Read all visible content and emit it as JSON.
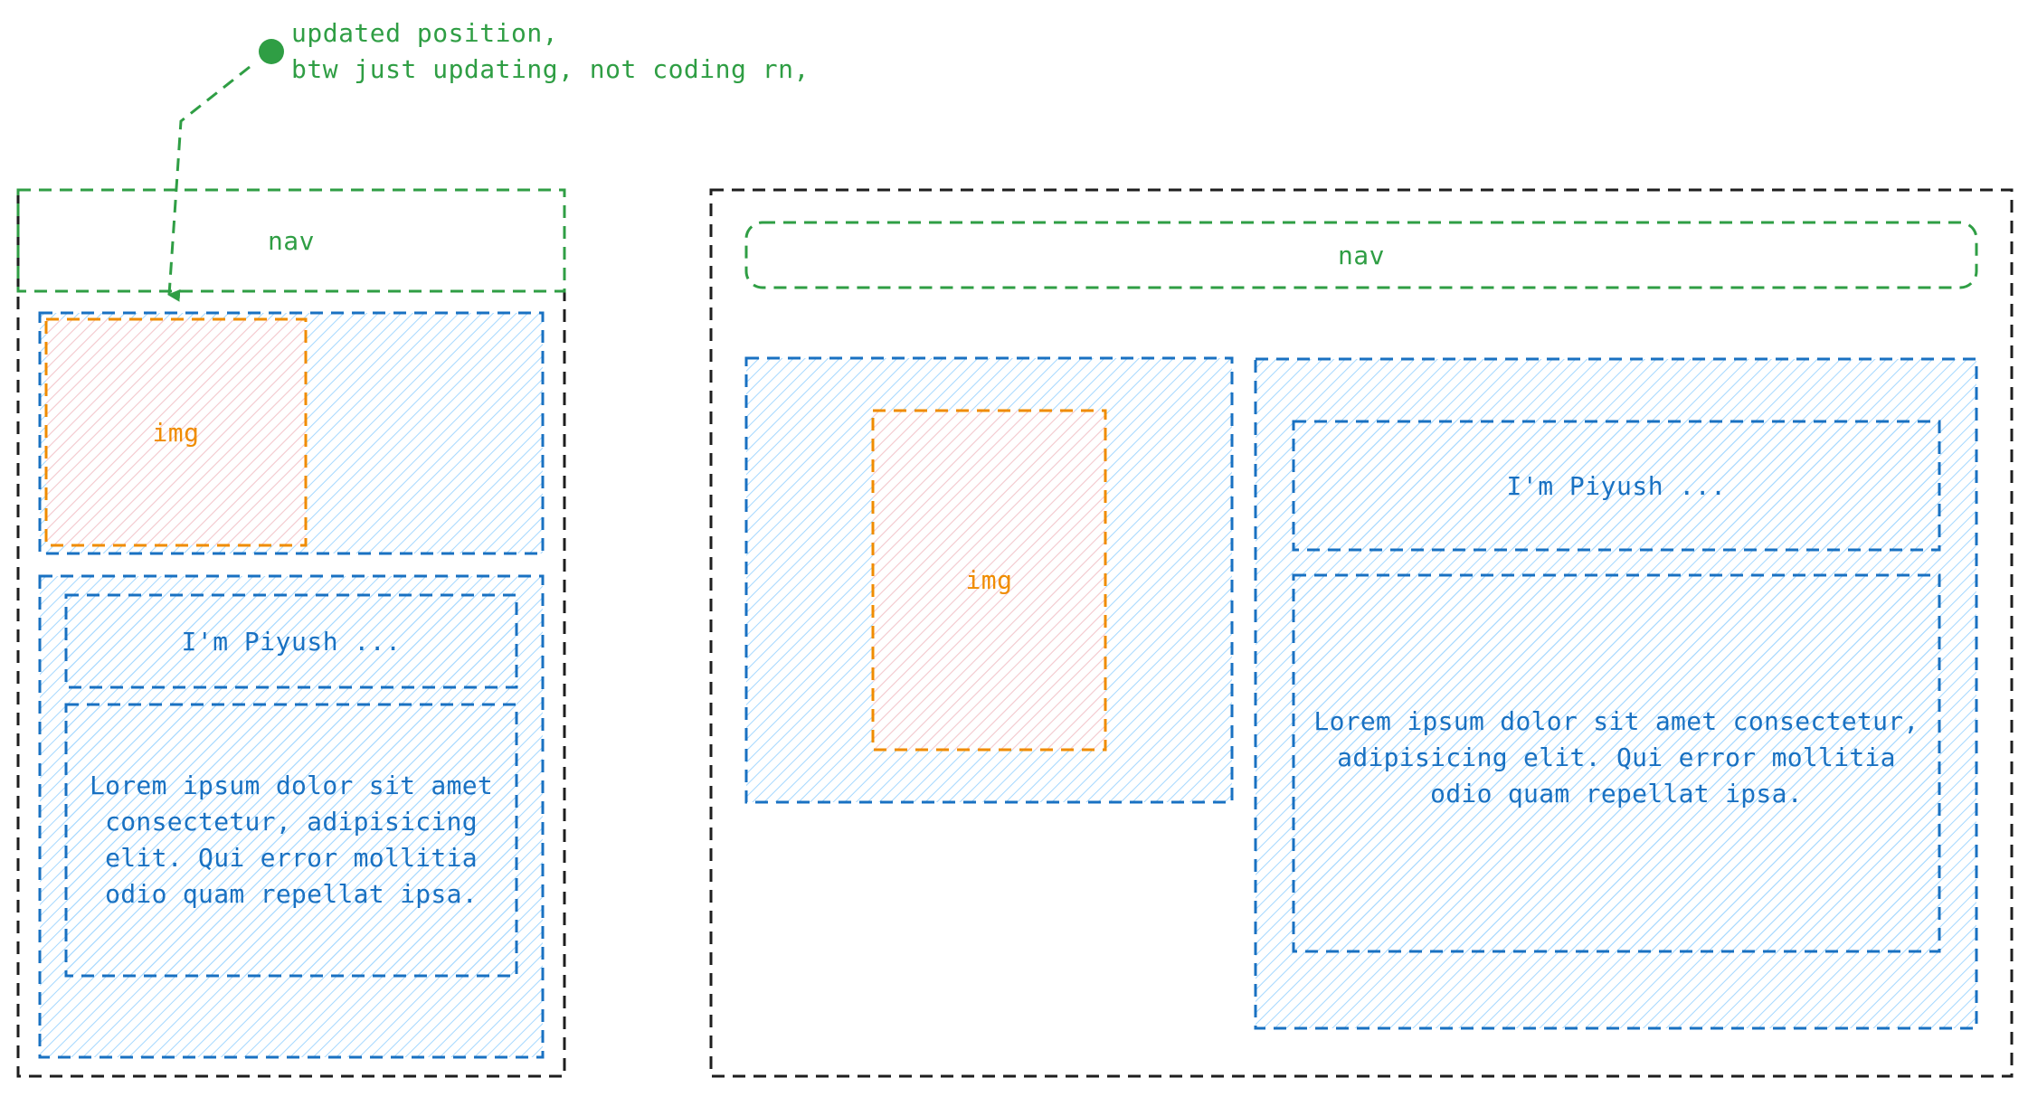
{
  "annotation": {
    "line1": "updated position,",
    "line2": "btw just updating, not coding rn,"
  },
  "mobile": {
    "nav": "nav",
    "img": "img",
    "heading": "I'm Piyush ...",
    "paragraph": "Lorem ipsum dolor sit amet\nconsectetur, adipisicing\nelit. Qui error mollitia\nodio quam repellat ipsa."
  },
  "desktop": {
    "nav": "nav",
    "img": "img",
    "heading": "I'm Piyush ...",
    "paragraph": "Lorem ipsum dolor sit amet consectetur,\nadipisicing elit. Qui error mollitia\nodio quam repellat ipsa."
  },
  "colors": {
    "green": "#2f9e44",
    "blue": "#1971c2",
    "orange": "#f08c00",
    "black": "#1e1e1e",
    "blue_hatch": "#a5d8ff",
    "pink_hatch": "#ffc9c9"
  }
}
